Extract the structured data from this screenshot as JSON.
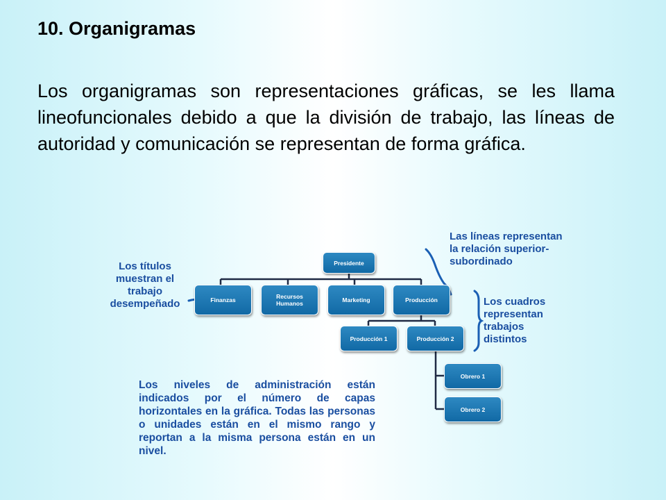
{
  "slide": {
    "title": "10. Organigramas",
    "intro": "Los organigramas son representaciones gráficas, se les llama lineofuncionales debido a que la división de trabajo, las líneas de autoridad y comunicación se representan de forma gráfica."
  },
  "org_chart": {
    "president": "Presidente",
    "departments": [
      "Finanzas",
      "Recursos Humanos",
      "Marketing",
      "Producción"
    ],
    "production_units": [
      "Producción 1",
      "Producción 2"
    ],
    "workers": [
      "Obrero 1",
      "Obrero 2"
    ]
  },
  "annotations": {
    "titles_note": "Los títulos muestran el trabajo desempeñado",
    "lines_note": "Las líneas representan la relación superior-subordinado",
    "boxes_note": "Los cuadros representan trabajos distintos",
    "levels_note": "Los niveles de administración están indicados por el número de capas horizontales en la gráfica. Todas las personas o unidades están en el mismo rango y reportan a la misma persona están en un nivel."
  },
  "colors": {
    "box_fill": "#1a74b0",
    "annotation_text": "#1a4ea0",
    "connector": "#1f2a44"
  }
}
